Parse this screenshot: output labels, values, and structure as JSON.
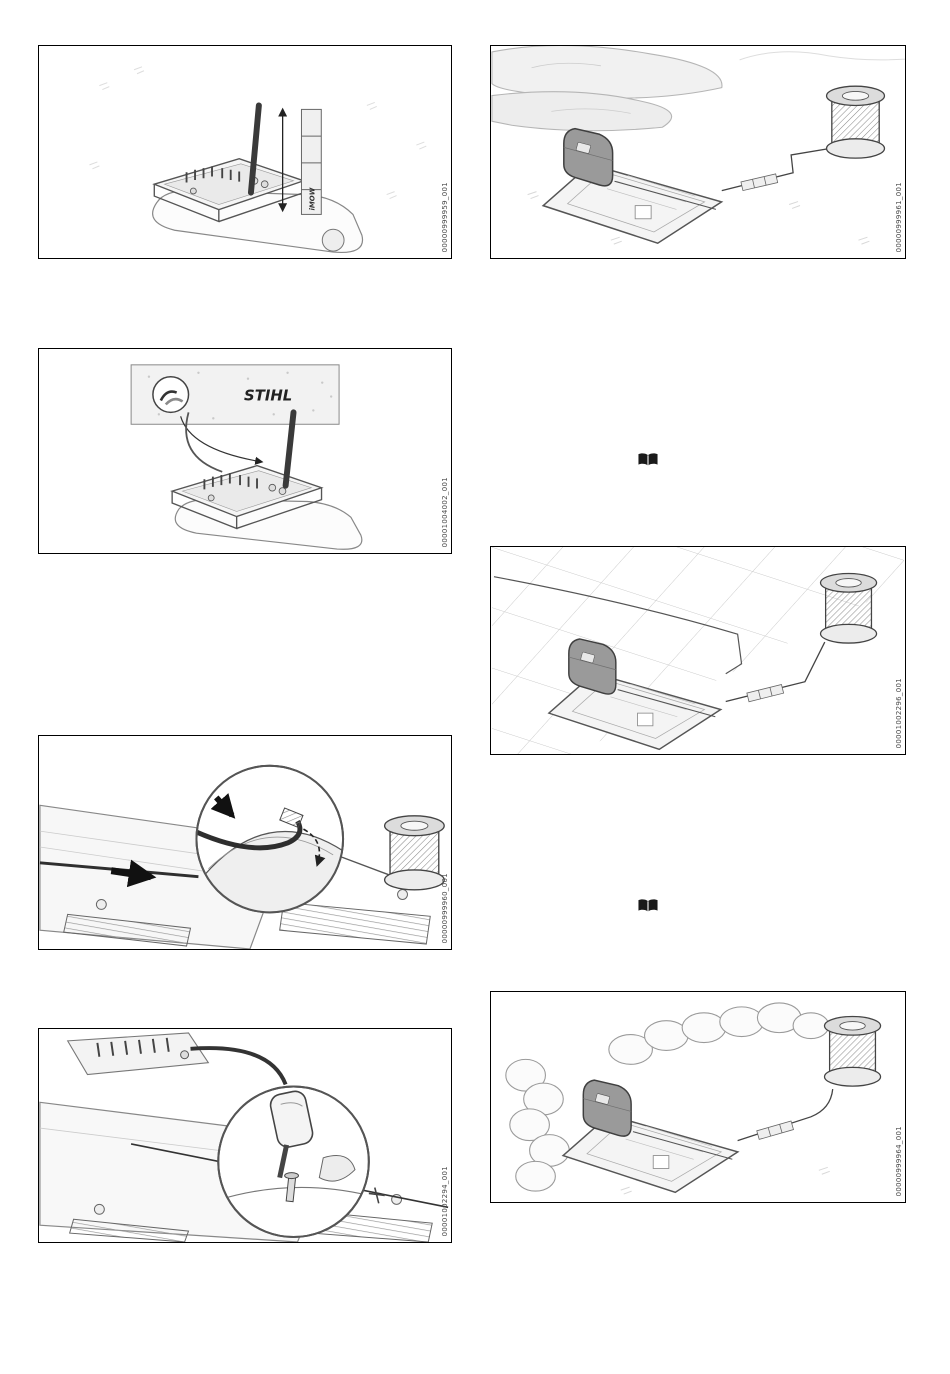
{
  "figures": [
    {
      "code": "00000999959_001",
      "ruler_label": "iMOW"
    },
    {
      "code": "00001004002_001",
      "label_brand": "STIHL"
    },
    {
      "code": "00000999960_001"
    },
    {
      "code": "00001002294_001"
    },
    {
      "code": "00000999961_001"
    },
    {
      "code": "00001002296_001"
    },
    {
      "code": "00000999964_001"
    }
  ],
  "icons": {
    "manual_reference": "open-book"
  }
}
